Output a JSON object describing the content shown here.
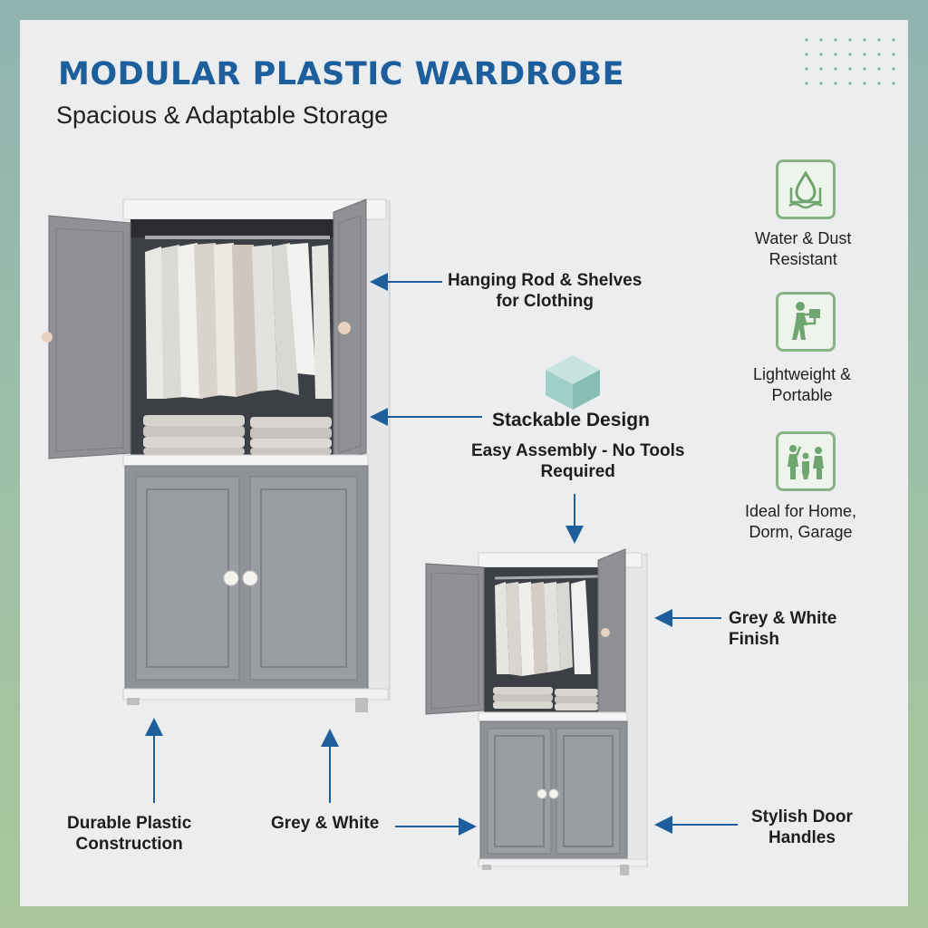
{
  "header": {
    "title": "MODULAR PLASTIC WARDROBE",
    "subtitle": "Spacious & Adaptable Storage"
  },
  "colors": {
    "title": "#1c5f9c",
    "arrow": "#1d5f9e",
    "icon_border": "#86b286",
    "wardrobe_grey": "#8f9296",
    "wardrobe_white": "#f2f2f2"
  },
  "callouts": {
    "hanging_rod_line1": "Hanging Rod & Shelves",
    "hanging_rod_line2": "for Clothing",
    "stackable": "Stackable Design",
    "assembly_line1": "Easy Assembly - No Tools",
    "assembly_line2": "Required",
    "finish_line1": "Grey & White",
    "finish_line2": "Finish",
    "durable_line1": "Durable Plastic",
    "durable_line2": "Construction",
    "grey_white": "Grey & White",
    "handles_line1": "Stylish Door",
    "handles_line2": "Handles"
  },
  "features": [
    {
      "icon": "water-drop-icon",
      "line1": "Water & Dust",
      "line2": "Resistant"
    },
    {
      "icon": "person-carrying-box-icon",
      "line1": "Lightweight &",
      "line2": "Portable"
    },
    {
      "icon": "family-icon",
      "line1": "Ideal for Home,",
      "line2": "Dorm, Garage"
    }
  ]
}
